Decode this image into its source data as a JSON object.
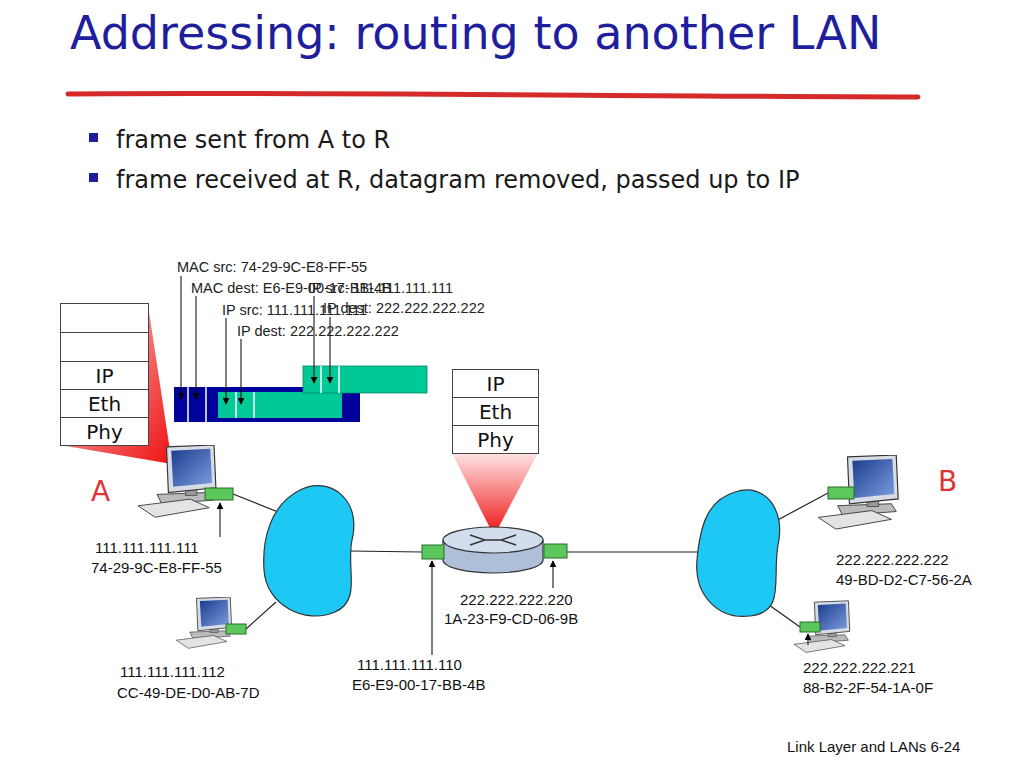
{
  "diagram": {
    "title": "Addressing: routing to another LAN",
    "nodes": [
      {
        "text": [
          "IP"
        ]
      },
      {
        "text": [
          "Eth"
        ]
      },
      {
        "text": [
          "Phy"
        ]
      },
      {
        "text": [
          "IP"
        ]
      },
      {
        "text": [
          "Eth"
        ]
      },
      {
        "text": [
          "Phy"
        ]
      }
    ],
    "labels": [
      "frame sent from A to R",
      "frame received at R, datagram removed, passed up to IP",
      "MAC src: 74-29-9C-E8-FF-55",
      "MAC dest: E6-E9-00-17-BB-4B",
      "IP src: 111.111.111.111",
      "IP dest: 222.222.222.222",
      "IP src: 111.111.111.111",
      "IP dest: 222.222.222.222",
      "A",
      "B",
      "111.111.111.111",
      "74-29-9C-E8-FF-55",
      "111.111.111.112",
      "CC-49-DE-D0-AB-7D",
      "111.111.111.110",
      "E6-E9-00-17-BB-4B",
      "222.222.222.220",
      "1A-23-F9-CD-06-9B",
      "222.222.222.222",
      "49-BD-D2-C7-56-2A",
      "222.222.222.221",
      "88-B2-2F-54-1A-0F",
      "Link Layer and LANs 6-24"
    ]
  }
}
